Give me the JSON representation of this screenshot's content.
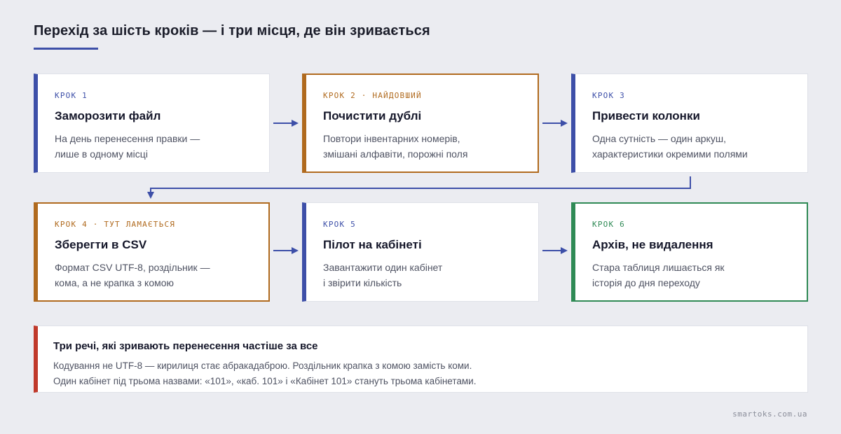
{
  "title": "Перехід за шість кроків — і три місця, де він зривається",
  "colors": {
    "accent": "#3d4fa8",
    "warning": "#b06a1e",
    "success": "#2f8a55",
    "alert": "#c0392b",
    "background": "#ebecf1"
  },
  "steps": [
    {
      "kicker": "КРОК 1",
      "title": "Заморозити файл",
      "desc1": "На день перенесення правки —",
      "desc2": "лише в одному місці",
      "status": "normal"
    },
    {
      "kicker": "КРОК 2 · НАЙДОВШИЙ",
      "title": "Почистити дублі",
      "desc1": "Повтори інвентарних номерів,",
      "desc2": "змішані алфавіти, порожні поля",
      "status": "warning"
    },
    {
      "kicker": "КРОК 3",
      "title": "Привести колонки",
      "desc1": "Одна сутність — один аркуш,",
      "desc2": "характеристики окремими полями",
      "status": "normal"
    },
    {
      "kicker": "КРОК 4 · ТУТ ЛАМАЄТЬСЯ",
      "title": "Зберегти в CSV",
      "desc1": "Формат CSV UTF-8, роздільник —",
      "desc2": "кома, а не крапка з комою",
      "status": "warning"
    },
    {
      "kicker": "КРОК 5",
      "title": "Пілот на кабінеті",
      "desc1": "Завантажити один кабінет",
      "desc2": "і звірити кількість",
      "status": "normal"
    },
    {
      "kicker": "КРОК 6",
      "title": "Архів, не видалення",
      "desc1": "Стара таблиця лишається як",
      "desc2": "історія до дня переходу",
      "status": "success"
    }
  ],
  "note": {
    "title": "Три речі, які зривають перенесення частіше за все",
    "line1": "Кодування не UTF-8 — кирилиця стає абракадаброю. Роздільник крапка з комою замість коми.",
    "line2": "Один кабінет під трьома назвами: «101», «каб. 101» і «Кабінет 101» стануть трьома кабінетами."
  },
  "footer": "smartoks.com.ua"
}
